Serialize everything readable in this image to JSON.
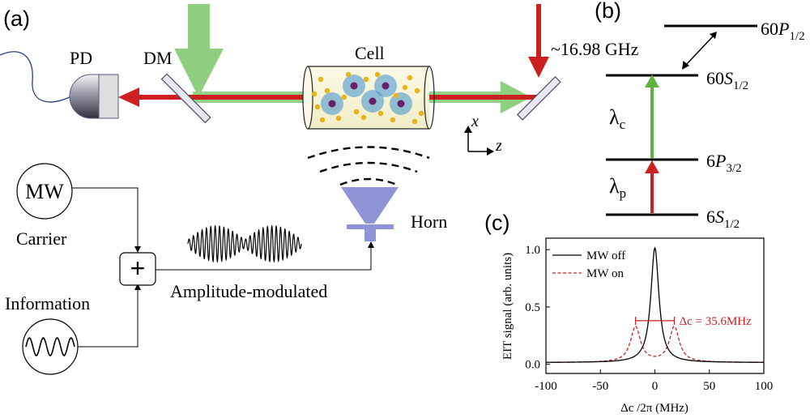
{
  "panel_labels": {
    "a": "(a)",
    "b": "(b)",
    "c": "(c)"
  },
  "setup": {
    "pd": "PD",
    "dm": "DM",
    "cell": "Cell",
    "horn": "Horn",
    "axis_x": "x",
    "axis_z": "z",
    "mw": "MW",
    "carrier": "Carrier",
    "information": "Information",
    "amplitude_modulated": "Amplitude-modulated",
    "mixer_symbol": "+",
    "colors": {
      "probe": "#cc1f1f",
      "coupling": "#8fcf7f",
      "horn": "#8e95d6",
      "atoms": "#e8b21a",
      "rydberg": "#3c8fd0"
    }
  },
  "levels": {
    "freq": "~16.98 GHz",
    "lambda_c": {
      "base": "λ",
      "sub": "c"
    },
    "lambda_p": {
      "base": "λ",
      "sub": "p"
    },
    "l60p": {
      "num": "60",
      "letter": "P",
      "sub": "1/2"
    },
    "l60s": {
      "num": "60",
      "letter": "S",
      "sub": "1/2"
    },
    "l6p": {
      "num": "6",
      "letter": "P",
      "sub": "3/2"
    },
    "l6s": {
      "num": "6",
      "letter": "S",
      "sub": "1/2"
    }
  },
  "chart_data": {
    "type": "line",
    "xlabel": "Δc /2π (MHz)",
    "ylabel": "EIT signal (arb. units)",
    "xlim": [
      -100,
      100
    ],
    "ylim": [
      -0.08,
      1.1
    ],
    "xticks": [
      -100,
      -50,
      0,
      50,
      100
    ],
    "yticks": [
      0.0,
      0.5,
      1.0
    ],
    "ytick_labels": [
      "0.0",
      "0.5",
      "1.0"
    ],
    "legend_position": "top-left",
    "annotation": {
      "label": "Δc = 35.6MHz",
      "from": -17.8,
      "to": 17.8,
      "y": 0.38
    },
    "series": [
      {
        "name": "MW off",
        "style": "solid",
        "color": "#000000",
        "model": "lorentzian",
        "center": 0,
        "amplitude": 1.0,
        "hwhm": 4.5,
        "baseline": 0.015
      },
      {
        "name": "MW on",
        "style": "dashed",
        "color": "#cc1f1f",
        "model": "double-lorentzian",
        "centers": [
          -17.8,
          17.8
        ],
        "amplitude": 0.31,
        "hwhm": 5.5,
        "baseline": 0.015
      }
    ]
  }
}
